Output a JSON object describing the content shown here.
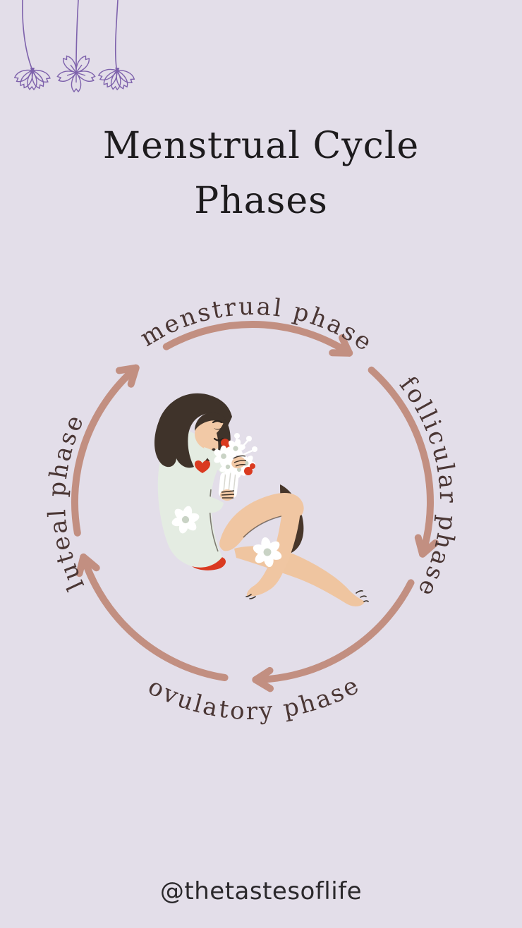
{
  "title": {
    "line1": "Menstrual Cycle",
    "line2": "Phases"
  },
  "cycle": {
    "direction": "clockwise",
    "arrow_color": "#c28f81",
    "label_color": "#4a3634",
    "background_color": "#e3dee9",
    "phases": [
      {
        "label": "menstrual phase",
        "position": "top"
      },
      {
        "label": "follicular phase",
        "position": "right"
      },
      {
        "label": "ovulatory phase",
        "position": "bottom"
      },
      {
        "label": "luteal phase",
        "position": "left"
      }
    ],
    "center_illustration": "woman sitting holding white flowers"
  },
  "decoration": {
    "name": "hanging line-art flowers",
    "color": "#7e62ac"
  },
  "footer": {
    "handle": "@thetastesoflife"
  }
}
